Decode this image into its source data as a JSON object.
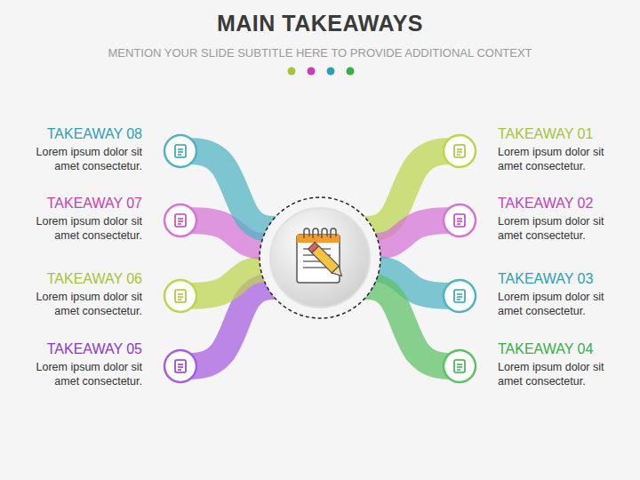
{
  "diagram": {
    "title": "MAIN TAKEAWAYS",
    "nodes": [
      {
        "text": [
          "TAKEAWAY 01",
          "Lorem ipsum dolor sit amet consectetur."
        ]
      },
      {
        "text": [
          "TAKEAWAY 02",
          "Lorem ipsum dolor sit amet consectetur."
        ]
      },
      {
        "text": [
          "TAKEAWAY 03",
          "Lorem ipsum dolor sit amet consectetur."
        ]
      },
      {
        "text": [
          "TAKEAWAY 04",
          "Lorem ipsum dolor sit amet consectetur."
        ]
      },
      {
        "text": [
          "TAKEAWAY 05",
          "Lorem ipsum dolor sit amet consectetur."
        ]
      },
      {
        "text": [
          "TAKEAWAY 06",
          "Lorem ipsum dolor sit amet consectetur."
        ]
      },
      {
        "text": [
          "TAKEAWAY 07",
          "Lorem ipsum dolor sit amet consectetur."
        ]
      },
      {
        "text": [
          "TAKEAWAY 08",
          "Lorem ipsum dolor sit amet consectetur."
        ]
      }
    ],
    "labels": [
      "MENTION YOUR SLIDE SUBTITLE HERE TO PROVIDE ADDITIONAL CONTEXT"
    ]
  }
}
